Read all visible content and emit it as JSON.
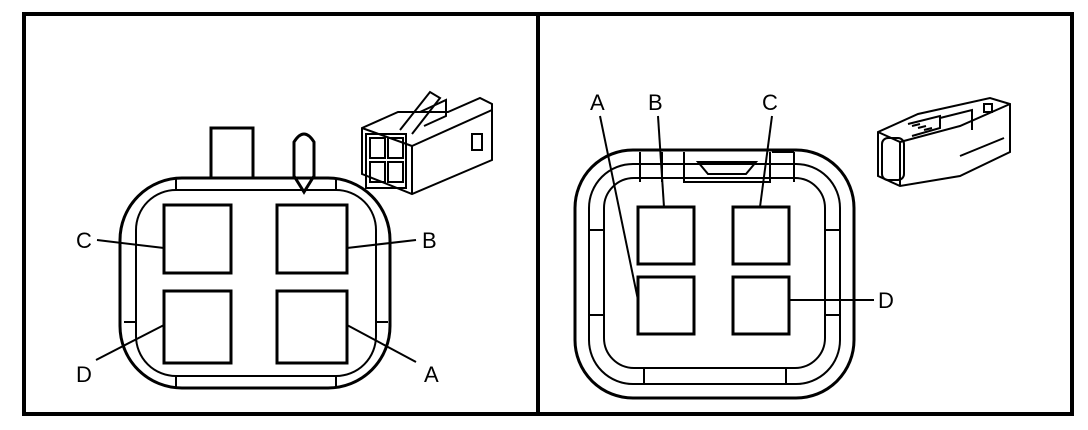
{
  "diagram": {
    "left_view": {
      "labels": {
        "a": "A",
        "b": "B",
        "c": "C",
        "d": "D"
      }
    },
    "right_view": {
      "labels": {
        "a": "A",
        "b": "B",
        "c": "C",
        "d": "D"
      }
    }
  }
}
